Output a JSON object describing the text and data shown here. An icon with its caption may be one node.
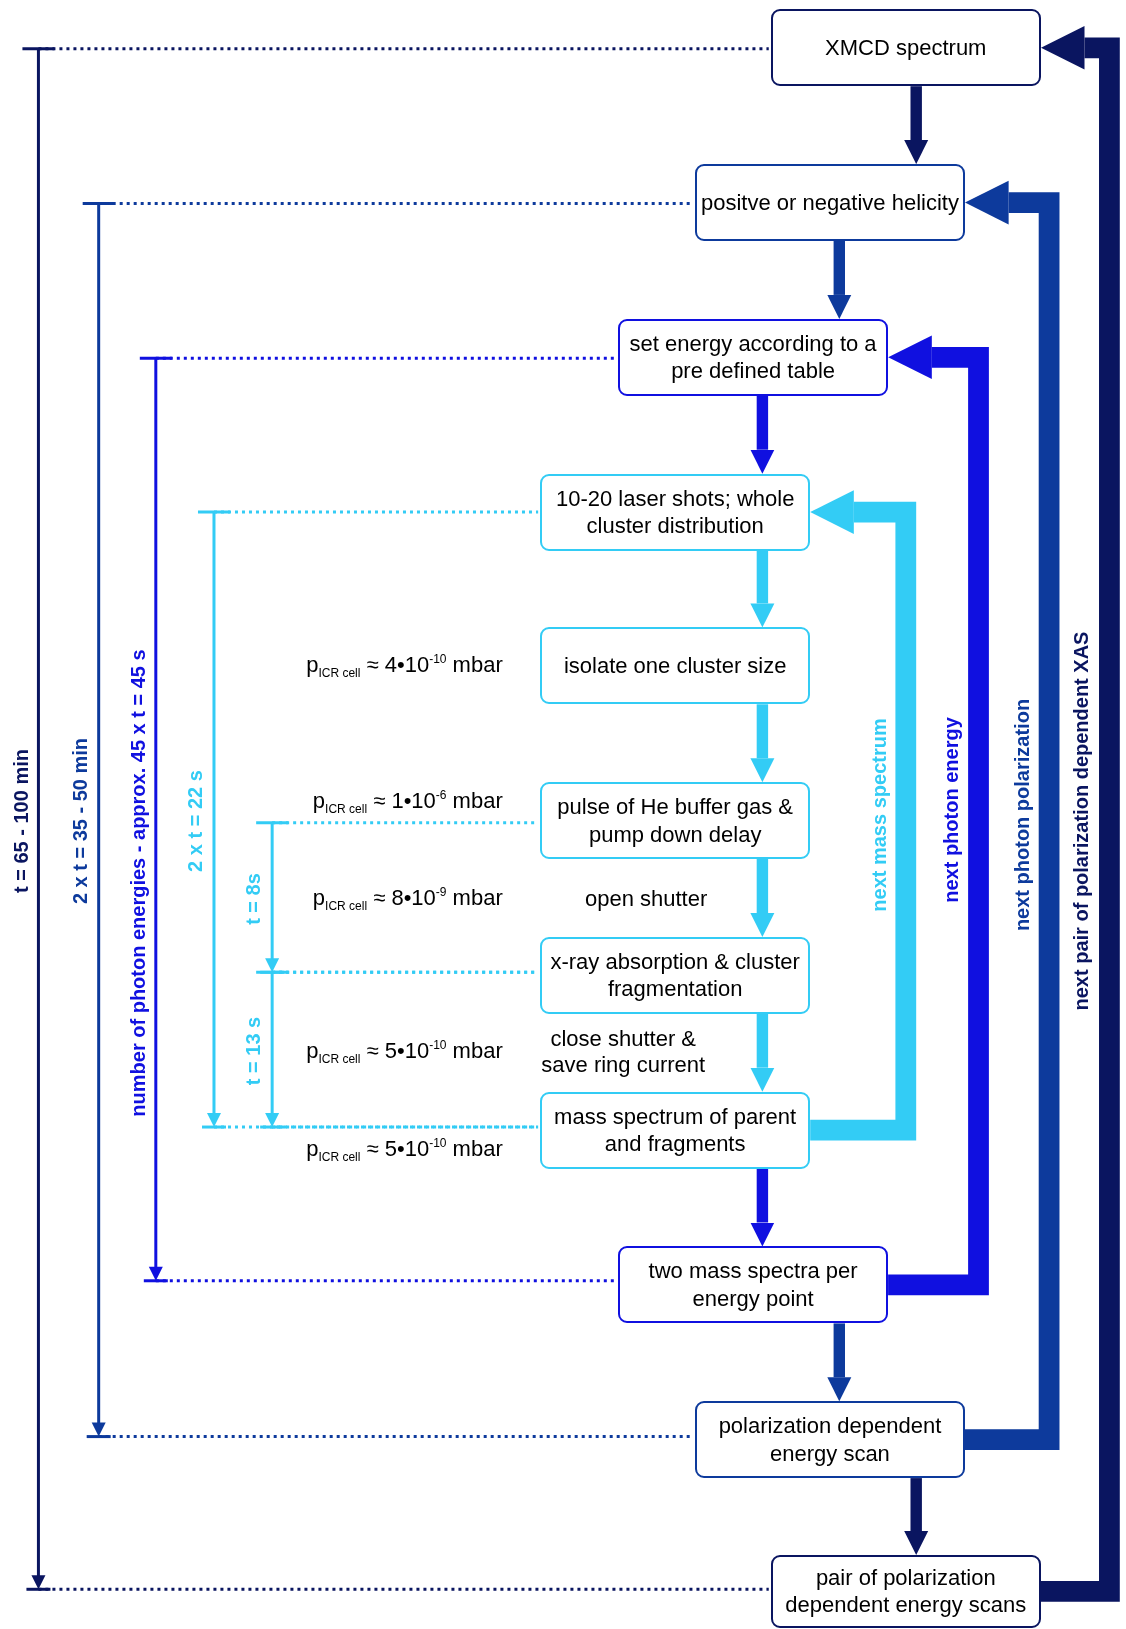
{
  "diagram": {
    "nodes": [
      {
        "text": [
          "XMCD spectrum"
        ]
      },
      {
        "text": [
          "positve or negative helicity"
        ]
      },
      {
        "text": [
          "set energy according to a pre defined table"
        ]
      },
      {
        "text": [
          "10-20 laser shots; whole cluster distribution"
        ]
      },
      {
        "text": [
          "isolate one cluster size"
        ]
      },
      {
        "text": [
          "pulse of He buffer gas & pump down delay"
        ]
      },
      {
        "text": [
          "x-ray absorption & cluster fragmentation"
        ]
      },
      {
        "text": [
          "mass spectrum of parent and fragments"
        ]
      },
      {
        "text": [
          "two mass spectra per energy point"
        ]
      },
      {
        "text": [
          "polarization dependent energy scan"
        ]
      },
      {
        "text": [
          "pair of polarization dependent energy scans"
        ]
      }
    ],
    "edges": [
      {
        "from": 0,
        "to": 1,
        "arrow": "to",
        "color": "#0a1560"
      },
      {
        "from": 1,
        "to": 2,
        "arrow": "to",
        "color": "#0d3a9c"
      },
      {
        "from": 2,
        "to": 3,
        "arrow": "to",
        "color": "#1010e0"
      },
      {
        "from": 3,
        "to": 4,
        "arrow": "to",
        "color": "#33ccf5"
      },
      {
        "from": 4,
        "to": 5,
        "arrow": "to",
        "color": "#33ccf5"
      },
      {
        "from": 5,
        "to": 6,
        "arrow": "to",
        "label": "open shutter",
        "color": "#33ccf5"
      },
      {
        "from": 6,
        "to": 7,
        "arrow": "to",
        "label": "close shutter & save ring current",
        "color": "#33ccf5"
      },
      {
        "from": 7,
        "to": 8,
        "arrow": "to",
        "color": "#1010e0"
      },
      {
        "from": 8,
        "to": 9,
        "arrow": "to",
        "color": "#0d3a9c"
      },
      {
        "from": 9,
        "to": 10,
        "arrow": "to",
        "color": "#0a1560"
      },
      {
        "from": 7,
        "to": 3,
        "arrow": "to",
        "label": "next mass spectrum",
        "style": "thick",
        "color": "#33ccf5"
      },
      {
        "from": 8,
        "to": 2,
        "arrow": "to",
        "label": "next photon energy",
        "style": "thick",
        "color": "#1010e0"
      },
      {
        "from": 9,
        "to": 1,
        "arrow": "to",
        "label": "next photon polarization",
        "style": "thick",
        "color": "#0d3a9c"
      },
      {
        "from": 10,
        "to": 0,
        "arrow": "to",
        "label": "next pair of polarization dependent XAS",
        "style": "thick",
        "color": "#0a1560"
      }
    ],
    "labels": [
      "t = 65 - 100 min",
      "2 x t = 35 - 50 min",
      "number of photon energies - approx. 45 x t = 45 s",
      "2 x t = 22 s",
      "t = 8s",
      "t = 13 s",
      "p$_{ICR cell}$ ≈ 4•10$^{-10}$ mbar",
      "p$_{ICR cell}$ ≈ 1•10$^{-6}$ mbar",
      "p$_{ICR cell}$ ≈ 8•10$^{-9}$ mbar",
      "p$_{ICR cell}$ ≈ 5•10$^{-10}$ mbar",
      "p$_{ICR cell}$ ≈ 5•10$^{-10}$ mbar"
    ]
  }
}
